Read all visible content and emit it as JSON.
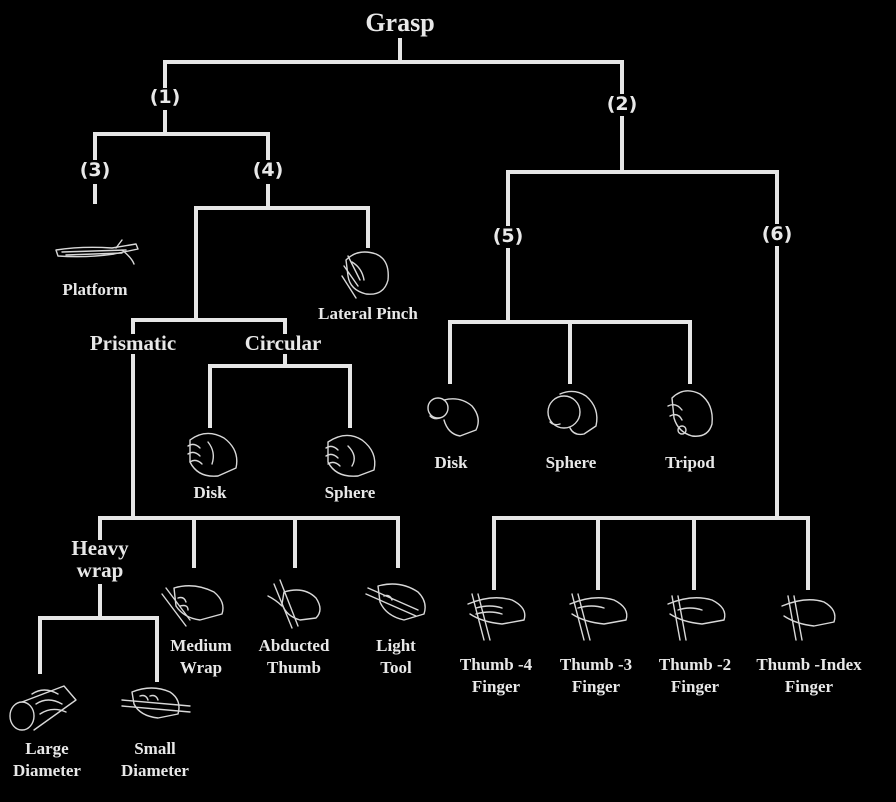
{
  "root": "Grasp",
  "nodes": {
    "n1": "(1)",
    "n2": "(2)",
    "n3": "(3)",
    "n4": "(4)",
    "n5": "(5)",
    "n6": "(6)"
  },
  "categories": {
    "prismatic": "Prismatic",
    "circular": "Circular",
    "heavy_wrap_1": "Heavy",
    "heavy_wrap_2": "wrap"
  },
  "leaves": {
    "platform": "Platform",
    "lateral_pinch": "Lateral Pinch",
    "disk_power": "Disk",
    "sphere_power": "Sphere",
    "medium_wrap_1": "Medium",
    "medium_wrap_2": "Wrap",
    "abducted_thumb_1": "Abducted",
    "abducted_thumb_2": "Thumb",
    "light_tool_1": "Light",
    "light_tool_2": "Tool",
    "large_diameter_1": "Large",
    "large_diameter_2": "Diameter",
    "small_diameter_1": "Small",
    "small_diameter_2": "Diameter",
    "disk_precision": "Disk",
    "sphere_precision": "Sphere",
    "tripod": "Tripod",
    "thumb4_1": "Thumb -4",
    "thumb4_2": "Finger",
    "thumb3_1": "Thumb -3",
    "thumb3_2": "Finger",
    "thumb2_1": "Thumb -2",
    "thumb2_2": "Finger",
    "thumbindex_1": "Thumb -Index",
    "thumbindex_2": "Finger"
  },
  "icons": [
    "platform-hand-icon",
    "lateral-pinch-hand-icon",
    "disk-power-hand-icon",
    "sphere-power-hand-icon",
    "medium-wrap-hand-icon",
    "abducted-thumb-hand-icon",
    "light-tool-hand-icon",
    "large-diameter-hand-icon",
    "small-diameter-hand-icon",
    "disk-precision-hand-icon",
    "sphere-precision-hand-icon",
    "tripod-hand-icon",
    "thumb-4-finger-hand-icon",
    "thumb-3-finger-hand-icon",
    "thumb-2-finger-hand-icon",
    "thumb-index-finger-hand-icon"
  ],
  "colors": {
    "background": "#000000",
    "foreground": "#e6e6e6"
  }
}
